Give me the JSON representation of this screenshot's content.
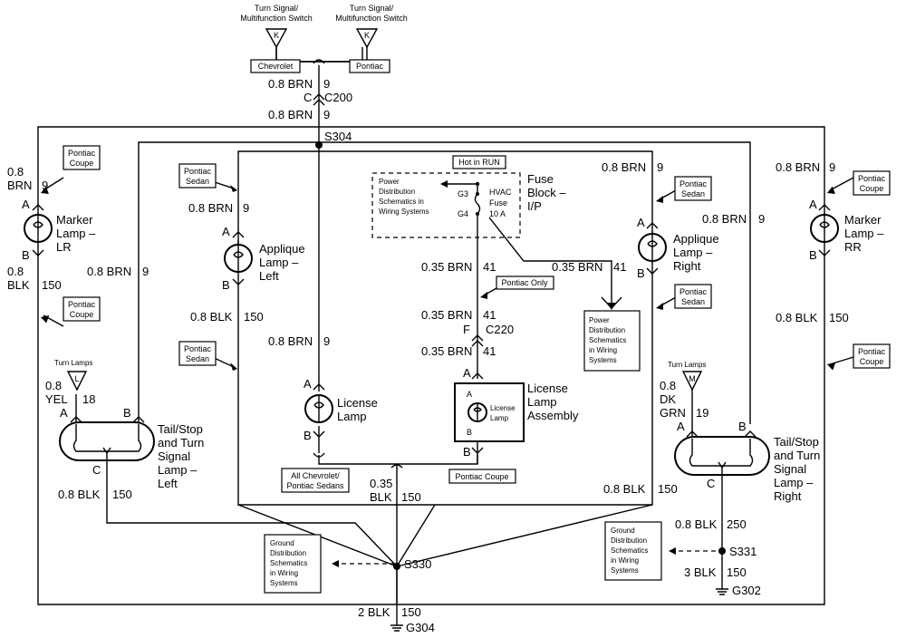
{
  "switches": {
    "left_label": [
      "Turn Signal/",
      "Multifunction Switch"
    ],
    "right_label": [
      "Turn Signal/",
      "Multifunction Switch"
    ],
    "left_pin": "K",
    "right_pin": "K",
    "chevrolet_box": "Chevrolet",
    "pontiac_box": "Pontiac"
  },
  "top_wires": {
    "upper": "0.8 BRN",
    "upper_circuit": "9",
    "connector_pin": "C",
    "connector": "C200",
    "lower": "0.8 BRN",
    "lower_circuit": "9",
    "splice": "S304"
  },
  "marker_lr": {
    "box_top": [
      "Pontiac",
      "Coupe"
    ],
    "wire_top": [
      "0.8",
      "BRN"
    ],
    "circuit_top": "9",
    "pin_a": "A",
    "pin_b": "B",
    "name": [
      "Marker",
      "Lamp –",
      "LR"
    ],
    "wire_bottom": [
      "0.8",
      "BLK"
    ],
    "circuit_bottom": "150",
    "box_bottom": [
      "Pontiac",
      "Coupe"
    ]
  },
  "marker_rr": {
    "box_top": [
      "Pontiac",
      "Coupe"
    ],
    "wire_top": "0.8 BRN",
    "circuit_top": "9",
    "pin_a": "A",
    "pin_b": "B",
    "name": [
      "Marker",
      "Lamp –",
      "RR"
    ],
    "wire_bottom": "0.8 BLK",
    "circuit_bottom": "150",
    "box_bottom": [
      "Pontiac",
      "Coupe"
    ]
  },
  "applique_left": {
    "box_top": [
      "Pontiac",
      "Sedan"
    ],
    "wire_top": "0.8 BRN",
    "circuit_top": "9",
    "pin_a": "A",
    "pin_b": "B",
    "name": [
      "Applique",
      "Lamp –",
      "Left"
    ],
    "wire_bottom": "0.8 BLK",
    "circuit_bottom": "150",
    "box_bottom": [
      "Pontiac",
      "Sedan"
    ]
  },
  "applique_right": {
    "box_top": [
      "Pontiac",
      "Sedan"
    ],
    "wire_top": "0.8 BRN",
    "circuit_top": "9",
    "pin_a": "A",
    "pin_b": "B",
    "name": [
      "Applique",
      "Lamp –",
      "Right"
    ],
    "box_bottom": [
      "Pontiac",
      "Sedan"
    ]
  },
  "left_feed": {
    "wire": "0.8 BRN",
    "circuit": "9"
  },
  "right_feed": {
    "wire": "0.8 BRN",
    "circuit": "9"
  },
  "fuse": {
    "hot_in_run": "Hot in RUN",
    "power_dist": [
      "Power",
      "Distribution",
      "Schematics in",
      "Wiring Systems"
    ],
    "g3": "G3",
    "g4": "G4",
    "fuse_name": [
      "HVAC",
      "Fuse",
      "10 A"
    ],
    "block_name": [
      "Fuse",
      "Block –",
      "I/P"
    ]
  },
  "license_circuit": {
    "wire1": "0.35 BRN",
    "circuit1": "41",
    "branch_wire": "0.35 BRN",
    "branch_circuit": "41",
    "pontiac_only": "Pontiac Only",
    "wire2": "0.35 BRN",
    "circuit2": "41",
    "connector_pin": "F",
    "connector": "C220",
    "wire3": "0.35 BRN",
    "circuit3": "41",
    "power_dist": [
      "Power",
      "Distribution",
      "Schematics",
      "in Wiring",
      "Systems"
    ]
  },
  "license_lamp": {
    "wire": "0.8 BRN",
    "circuit": "9",
    "pin_a": "A",
    "pin_b": "B",
    "name": [
      "License",
      "Lamp"
    ]
  },
  "license_assembly": {
    "pin_a": "A",
    "pin_b": "B",
    "inner_pin_a": "A",
    "inner_pin_b": "B",
    "inner_label": [
      "License",
      "Lamp"
    ],
    "name": [
      "License",
      "Lamp",
      "Assembly"
    ]
  },
  "lower_boxes": {
    "chevrolet": [
      "All Chevrolet/",
      "Pontiac Sedans"
    ],
    "pontiac": "Pontiac Coupe"
  },
  "tail_left": {
    "turn_lamps": "Turn Lamps",
    "pin": "L",
    "wire": [
      "0.8",
      "YEL"
    ],
    "circuit": "18",
    "pin_a": "A",
    "pin_b": "B",
    "pin_c": "C",
    "name": [
      "Tail/Stop",
      "and Turn",
      "Signal",
      "Lamp –",
      "Left"
    ],
    "wire_bottom": "0.8 BLK",
    "circuit_bottom": "150"
  },
  "tail_right": {
    "turn_lamps": "Turn Lamps",
    "pin": "M",
    "wire": [
      "0.8",
      "DK",
      "GRN"
    ],
    "circuit": "19",
    "pin_a": "A",
    "pin_b": "B",
    "pin_c": "C",
    "name": [
      "Tail/Stop",
      "and Turn",
      "Signal",
      "Lamp –",
      "Right"
    ]
  },
  "ground_center": {
    "wire": [
      "0.35",
      "BLK"
    ],
    "circuit": "150",
    "dist": [
      "Ground",
      "Distribution",
      "Schematics",
      "in Wiring",
      "Systems"
    ],
    "splice": "S330",
    "wire_bottom": "2 BLK",
    "circuit_bottom": "150",
    "ground": "G304"
  },
  "inner_right": {
    "wire": "0.8 BLK",
    "circuit": "150"
  },
  "ground_right": {
    "wire": "0.8 BLK",
    "circuit": "250",
    "dist": [
      "Ground",
      "Distribution",
      "Schematics",
      "in Wiring",
      "Systems"
    ],
    "splice": "S331",
    "wire_bottom": "3 BLK",
    "circuit_bottom": "150",
    "ground": "G302"
  }
}
